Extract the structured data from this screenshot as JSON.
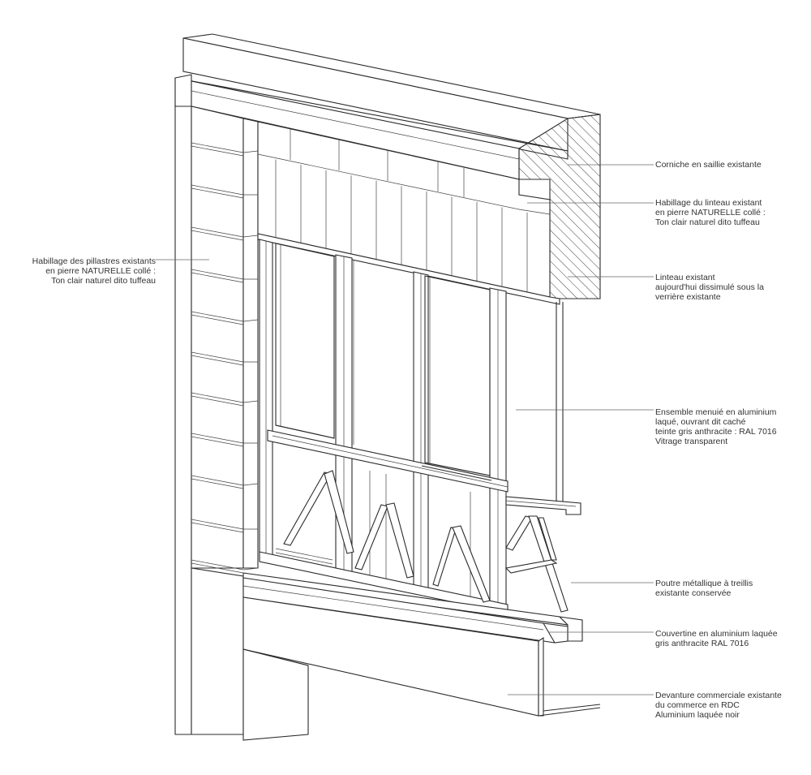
{
  "annotations": [
    {
      "id": "corniche",
      "lines": [
        "Corniche en saillie existante"
      ]
    },
    {
      "id": "habillage-linteau",
      "lines": [
        "Habillage du linteau existant",
        "en pierre NATURELLE collé :",
        "Ton clair naturel dito tuffeau"
      ]
    },
    {
      "id": "linteau",
      "lines": [
        "Linteau existant",
        "aujourd'hui dissimulé sous la",
        "verrière existante"
      ]
    },
    {
      "id": "ensemble-menuise",
      "lines": [
        "Ensemble menuié en aluminium",
        "laqué, ouvrant dit caché",
        "teinte gris anthracite : RAL 7016",
        "Vitrage transparent"
      ]
    },
    {
      "id": "poutre",
      "lines": [
        "Poutre métallique à treillis",
        "existante conservée"
      ]
    },
    {
      "id": "couvertine",
      "lines": [
        "Couvertine en aluminium laquée",
        "gris anthracite RAL 7016"
      ]
    },
    {
      "id": "devanture",
      "lines": [
        "Devanture commerciale existante",
        "du commerce en RDC",
        "Aluminium laquée noir"
      ]
    },
    {
      "id": "pillastres",
      "lines": [
        "Habillage des pillastres existants",
        "en pierre NATURELLE collé :",
        "Ton clair naturel dito tuffeau"
      ]
    }
  ],
  "colors": {
    "line": "#2b2b2b",
    "text": "#333333",
    "background": "#ffffff"
  }
}
